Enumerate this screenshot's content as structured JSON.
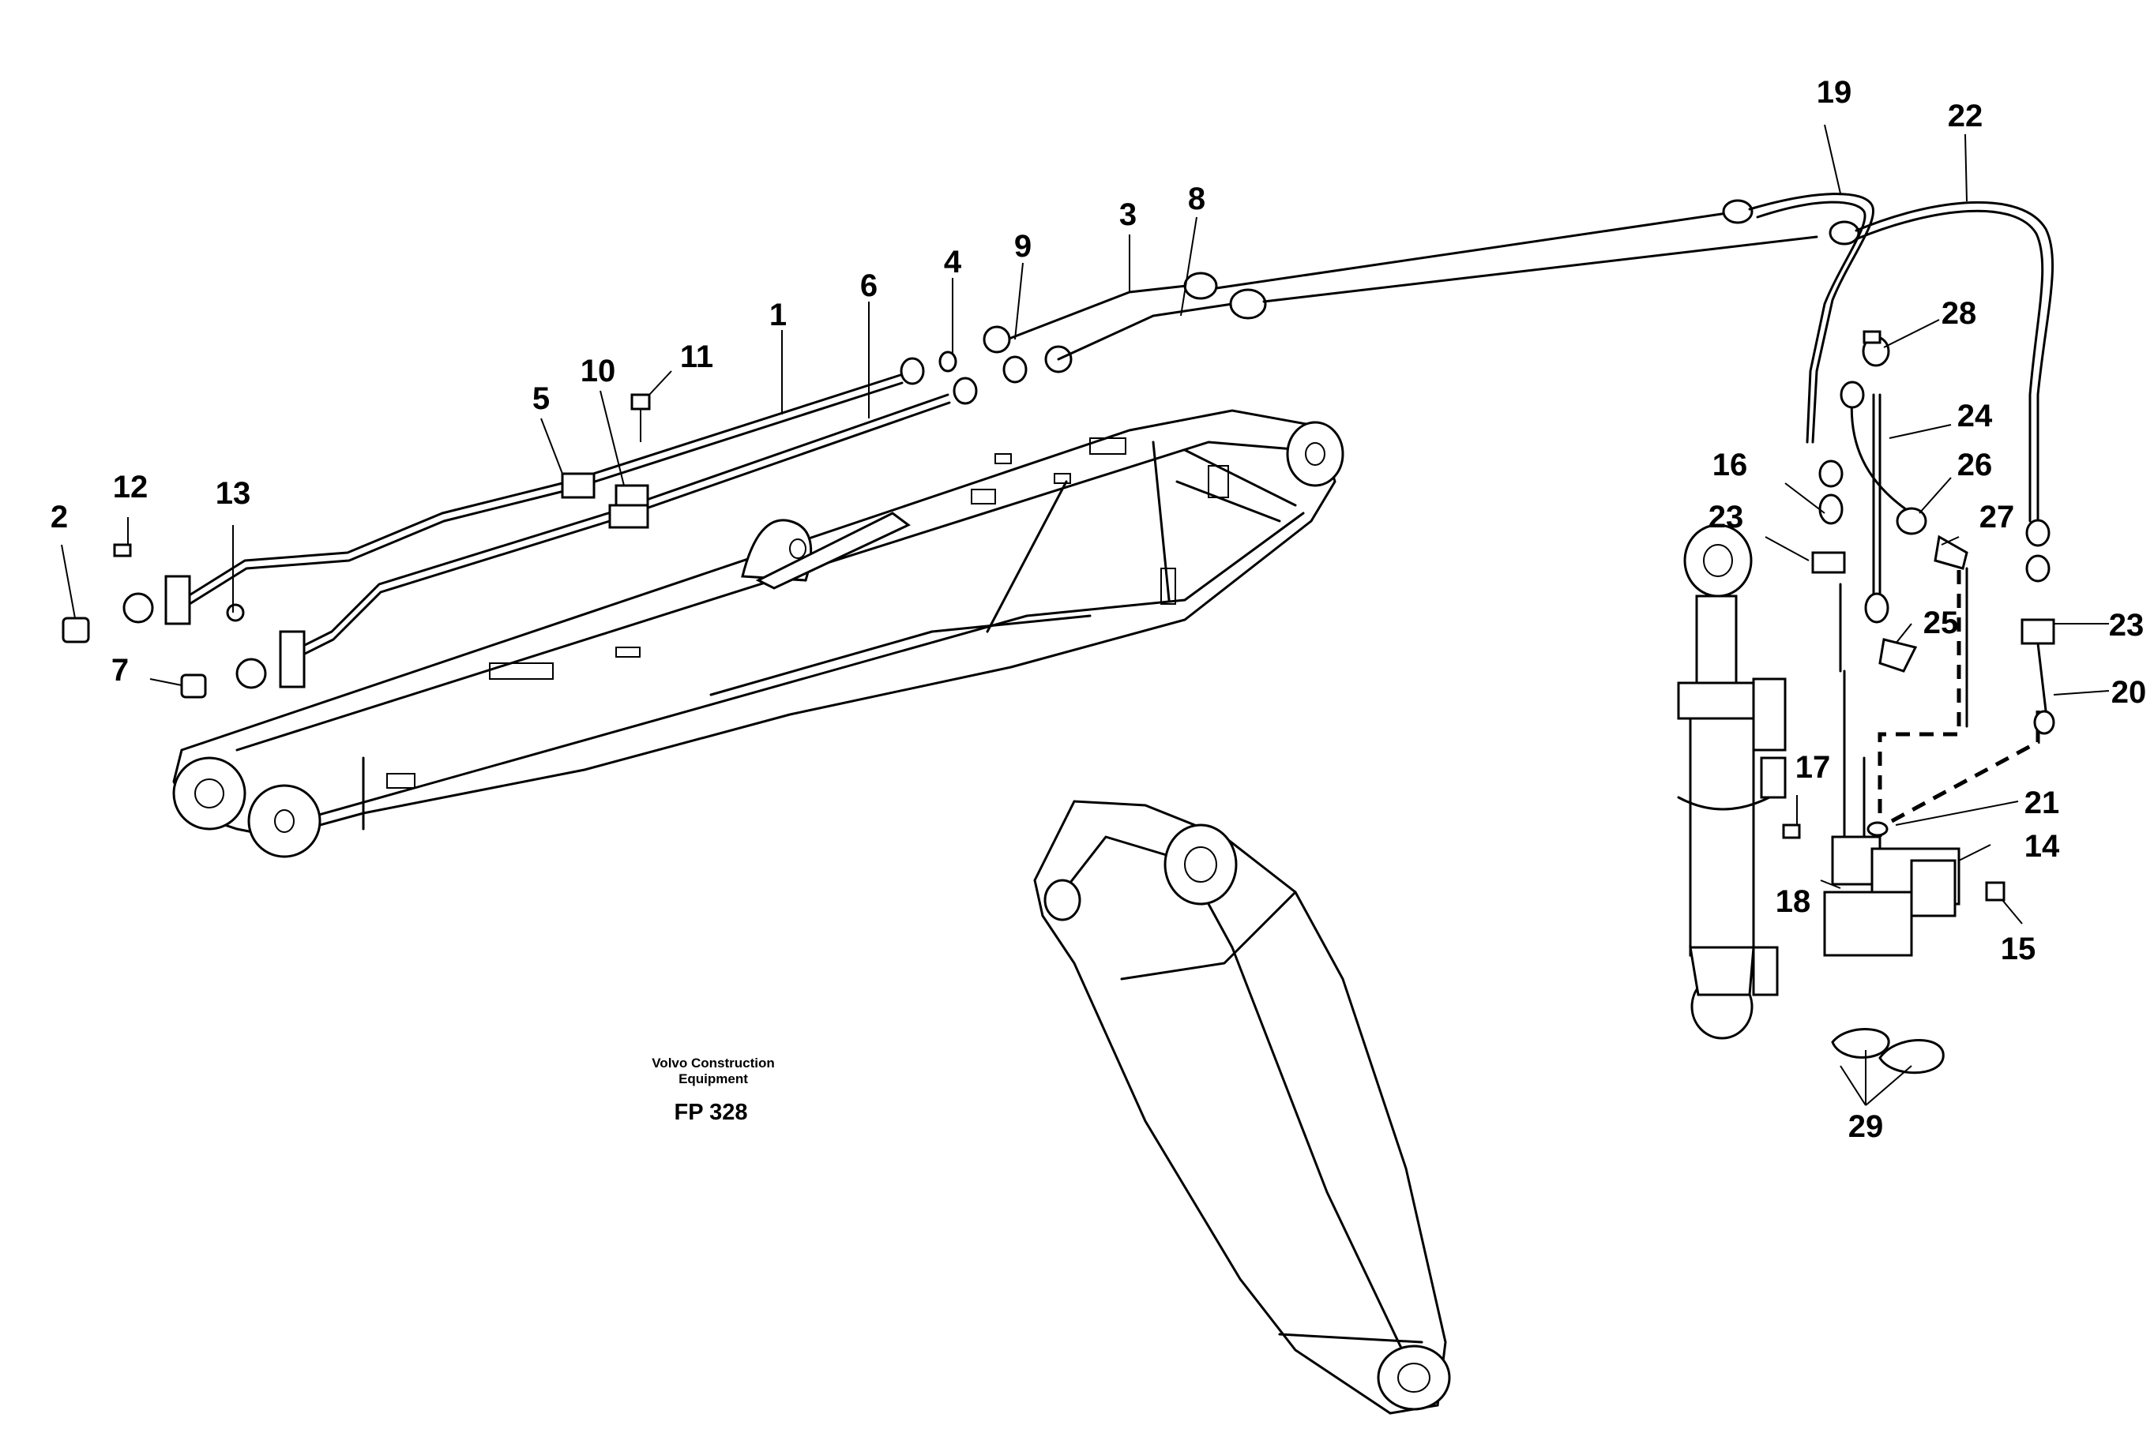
{
  "caption": {
    "line1": "Volvo Construction",
    "line2": "Equipment",
    "code": "FP 328"
  },
  "callouts": [
    "1",
    "2",
    "3",
    "4",
    "5",
    "6",
    "7",
    "8",
    "9",
    "10",
    "11",
    "12",
    "13",
    "14",
    "15",
    "16",
    "17",
    "18",
    "19",
    "20",
    "21",
    "22",
    "23",
    "23",
    "24",
    "25",
    "26",
    "27",
    "28",
    "29"
  ]
}
